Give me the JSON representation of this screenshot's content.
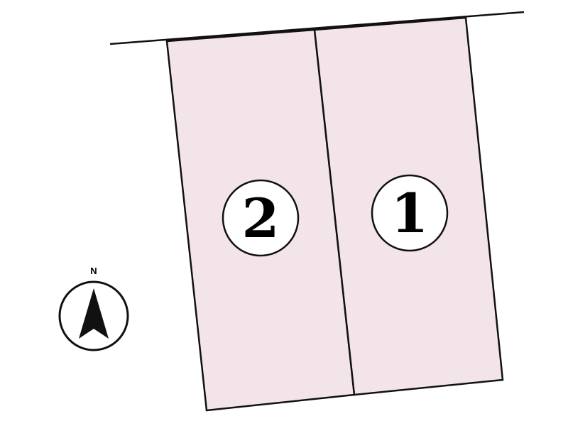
{
  "lots": [
    {
      "label": "1"
    },
    {
      "label": "2"
    }
  ],
  "compass": {
    "label": "N"
  },
  "colors": {
    "lot_fill": "#f3e4ea",
    "stroke": "#111111"
  }
}
